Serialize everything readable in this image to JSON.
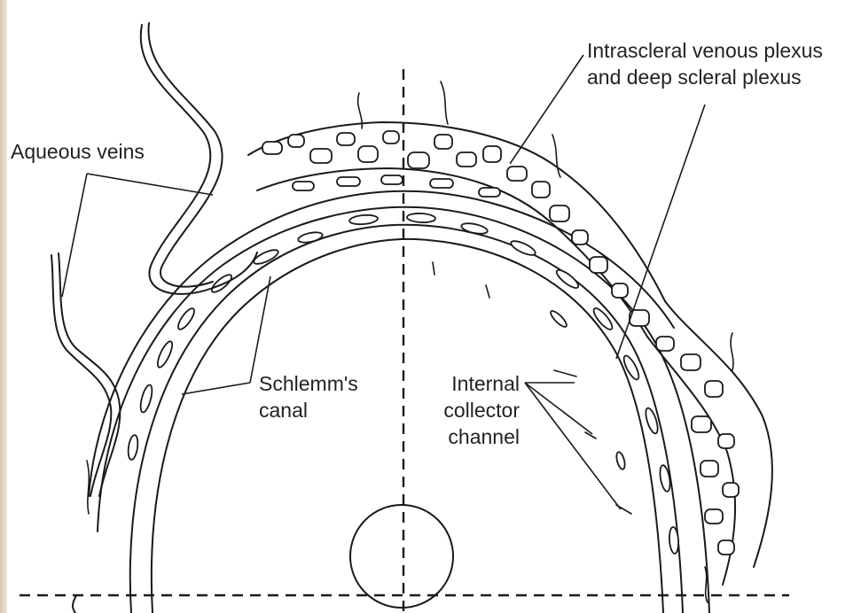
{
  "labels": {
    "aqueous_veins": "Aqueous veins",
    "intrascleral_line1": "Intrascleral venous plexus",
    "intrascleral_line2": "and deep scleral plexus",
    "schlemm_line1": "Schlemm's",
    "schlemm_line2": "canal",
    "collector_line1": "Internal",
    "collector_line2": "collector",
    "collector_line3": "channel"
  },
  "colors": {
    "ink": "#1a1a1a",
    "background": "#ffffff",
    "left_strip": "#d9c6b0"
  }
}
